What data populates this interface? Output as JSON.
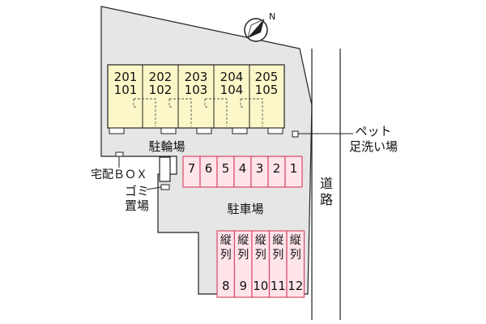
{
  "colors": {
    "lot": "#e6e6e6",
    "building": "#fbf7c8",
    "parking_fill": "#ffe4ea",
    "parking_stroke": "#d94a6a",
    "line": "#222222"
  },
  "compass": {
    "letter": "N",
    "icon": "north-arrow-icon"
  },
  "units": [
    {
      "top": "201",
      "bottom": "101"
    },
    {
      "top": "202",
      "bottom": "102"
    },
    {
      "top": "203",
      "bottom": "103"
    },
    {
      "top": "204",
      "bottom": "104"
    },
    {
      "top": "205",
      "bottom": "105"
    }
  ],
  "labels": {
    "bicycle": "駐輪場",
    "parking": "駐車場",
    "delivery_box": "宅配ＢＯＸ",
    "garbage_1": "ゴミ",
    "garbage_2": "置場",
    "pet_1": "ペット",
    "pet_2": "足洗い場",
    "road_1": "道",
    "road_2": "路"
  },
  "parking_row": [
    "7",
    "6",
    "5",
    "4",
    "3",
    "2",
    "1"
  ],
  "parking_tall": [
    {
      "v1": "縦",
      "v2": "列",
      "num": "8"
    },
    {
      "v1": "縦",
      "v2": "列",
      "num": "9"
    },
    {
      "v1": "縦",
      "v2": "列",
      "num": "10"
    },
    {
      "v1": "縦",
      "v2": "列",
      "num": "11"
    },
    {
      "v1": "縦",
      "v2": "列",
      "num": "12"
    }
  ]
}
